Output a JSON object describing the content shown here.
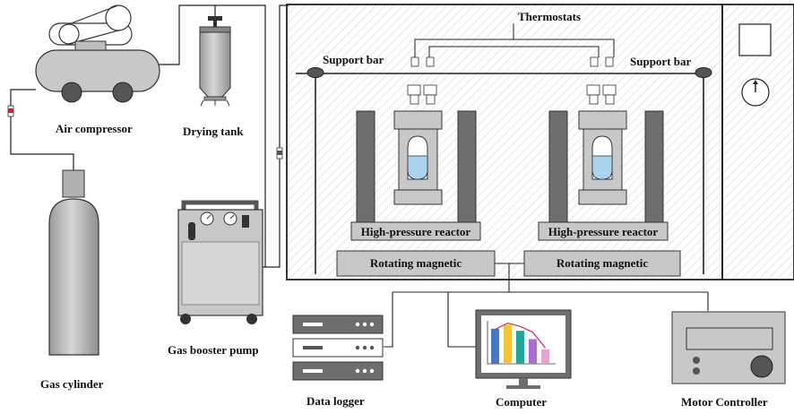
{
  "labels": {
    "thermostats": "Thermostats",
    "support_bar_left": "Support bar",
    "support_bar_right": "Support bar",
    "air_compressor": "Air compressor",
    "drying_tank": "Drying tank",
    "gas_cylinder": "Gas cylinder",
    "gas_booster_pump": "Gas booster pump",
    "reactor_left": "High-pressure reactor",
    "reactor_right": "High-pressure reactor",
    "magnetic_left": "Rotating magnetic",
    "magnetic_right": "Rotating magnetic",
    "data_logger": "Data logger",
    "computer": "Computer",
    "motor_controller": "Motor Controller"
  },
  "colors": {
    "equipment": "#c8c8c8",
    "equipment_dark": "#555555",
    "post": "#6e6e6e",
    "liquid": "#a9d3ef",
    "valve": "#d02020",
    "bar_colors": [
      "#4a78c2",
      "#f3c33a",
      "#1fa59a",
      "#a86ed0",
      "#e2a6d6"
    ]
  },
  "screen_chart": {
    "bar_values": [
      0.85,
      0.95,
      0.8,
      0.6,
      0.35
    ],
    "trend": [
      0.75,
      0.9,
      0.82,
      0.68,
      0.3
    ]
  }
}
